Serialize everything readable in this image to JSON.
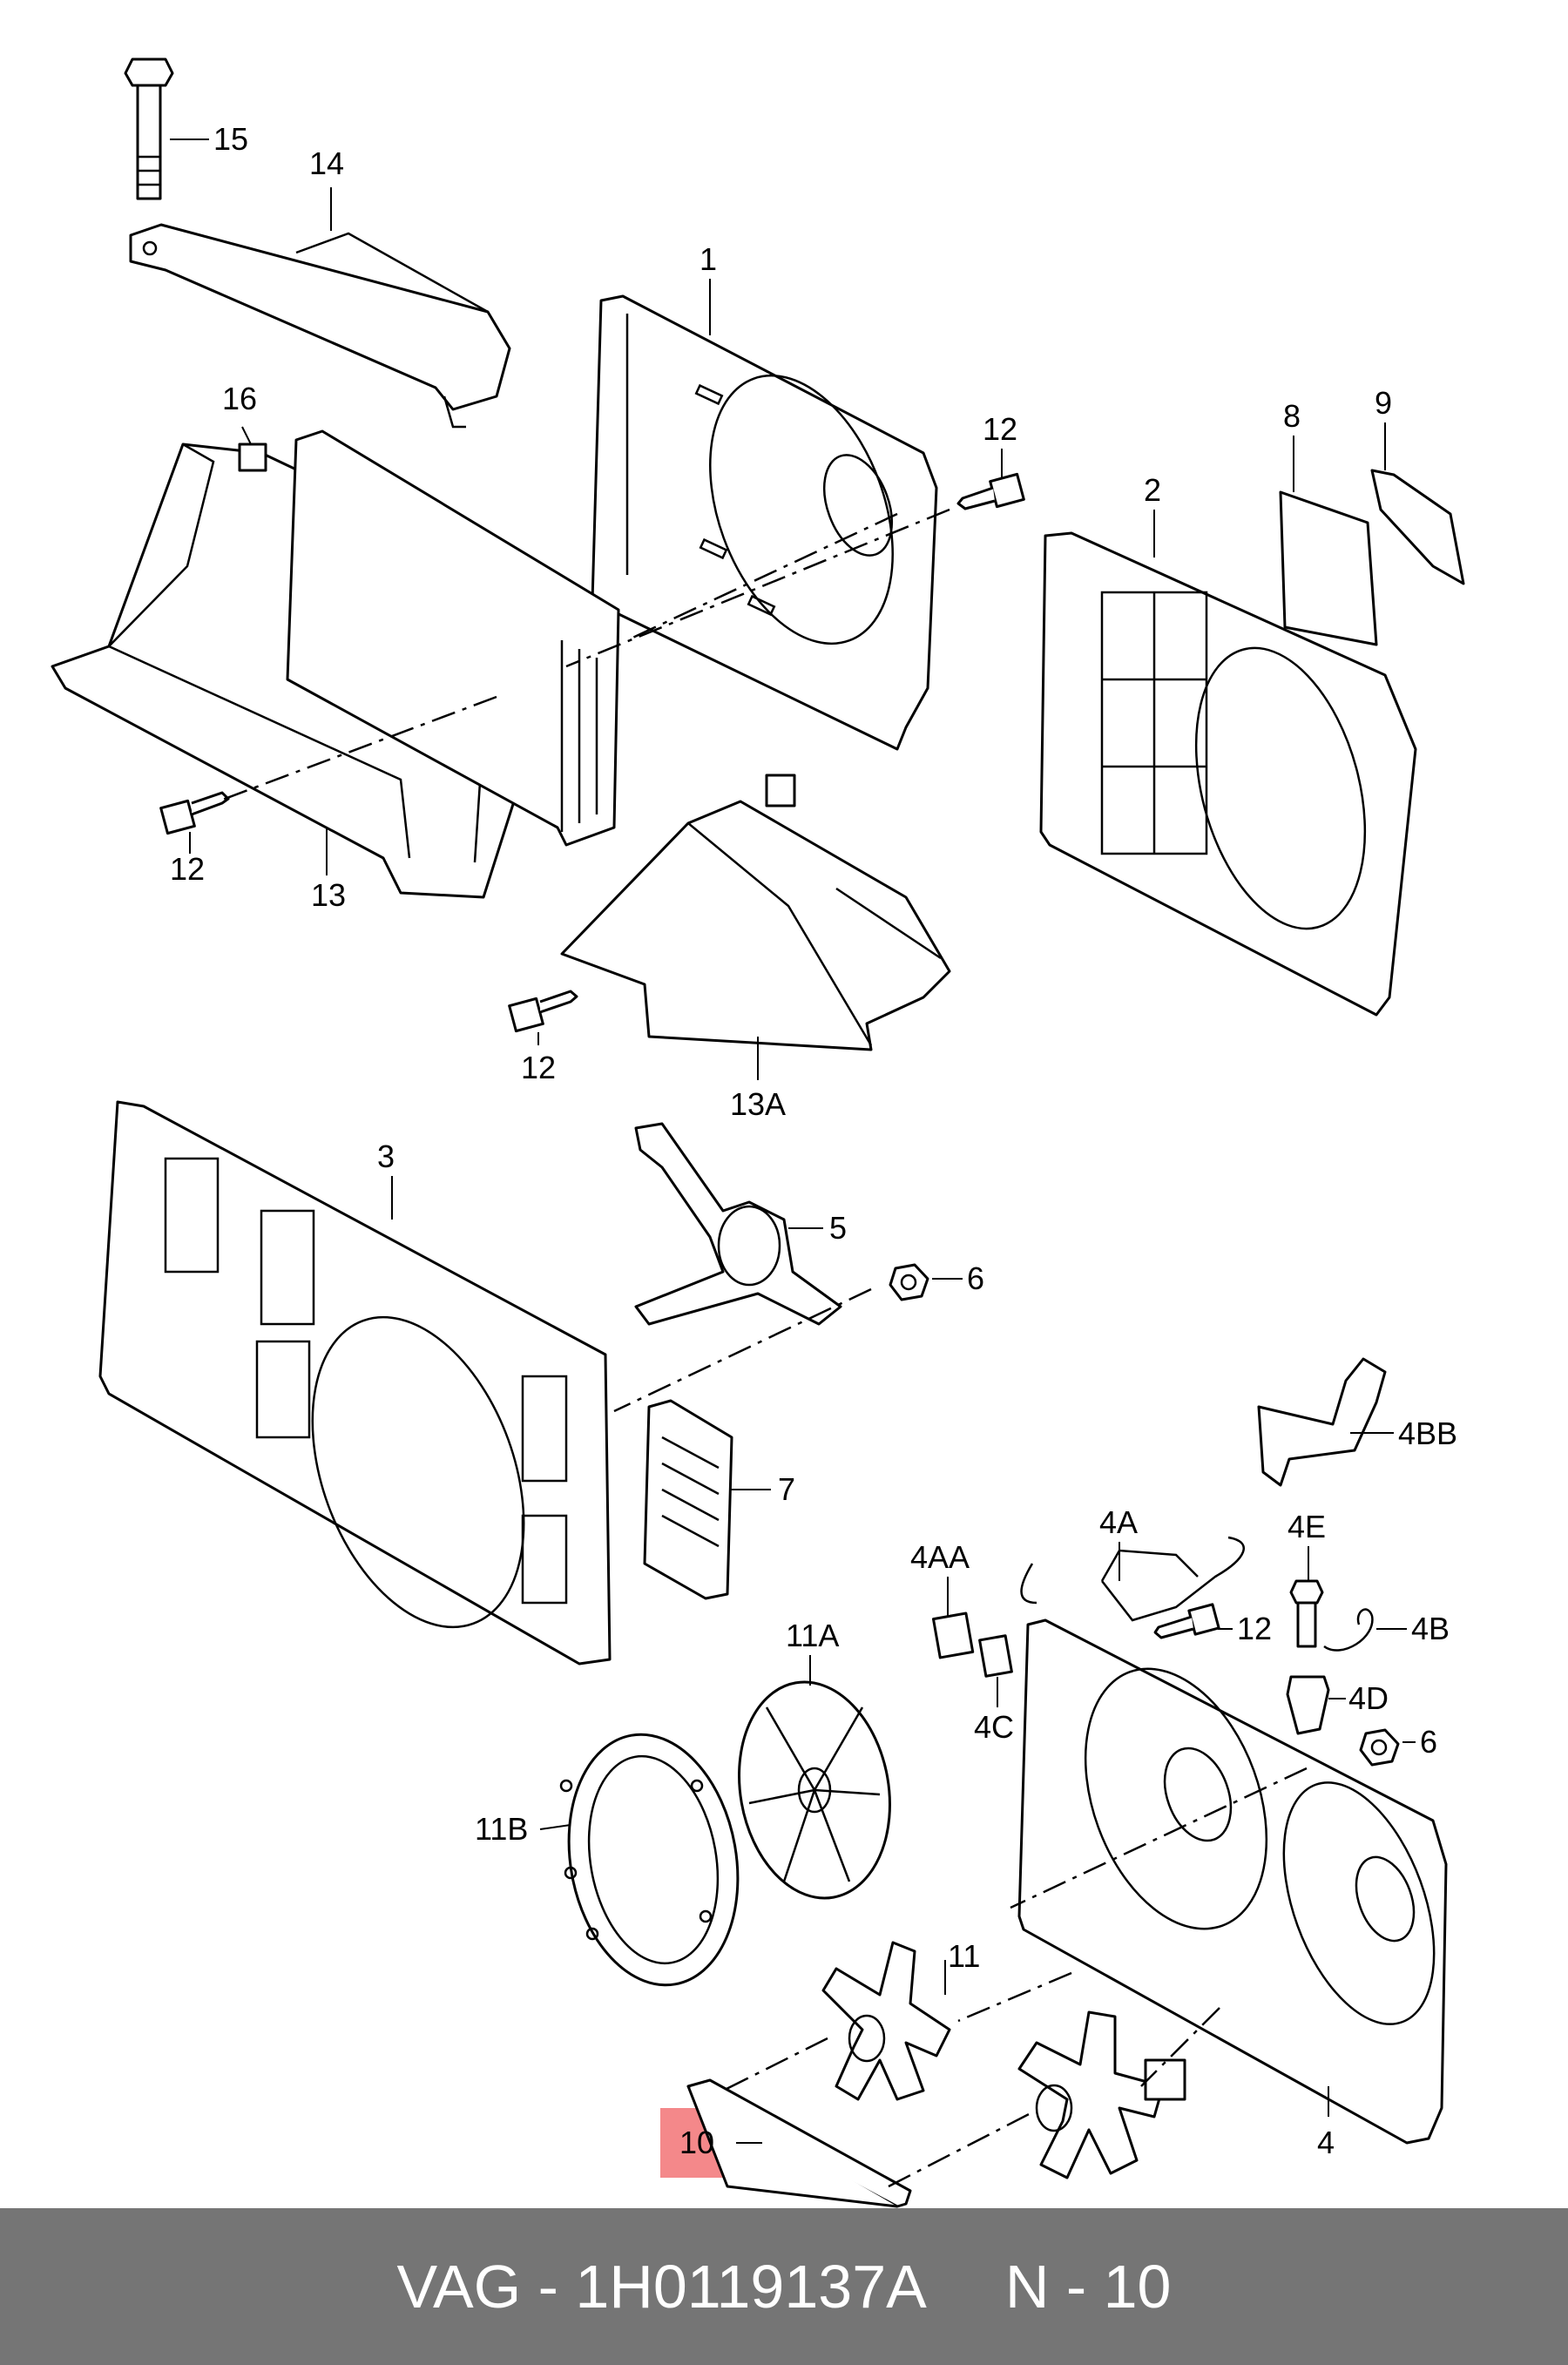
{
  "footer": {
    "part_number": "VAG - 1H0119137A",
    "position": "N - 10"
  },
  "highlight_color": "#f4888a",
  "callouts": [
    {
      "id": "15",
      "text": "15"
    },
    {
      "id": "14",
      "text": "14"
    },
    {
      "id": "1",
      "text": "1"
    },
    {
      "id": "16",
      "text": "16"
    },
    {
      "id": "12a",
      "text": "12"
    },
    {
      "id": "8",
      "text": "8"
    },
    {
      "id": "9",
      "text": "9"
    },
    {
      "id": "2",
      "text": "2"
    },
    {
      "id": "12b",
      "text": "12"
    },
    {
      "id": "13",
      "text": "13"
    },
    {
      "id": "12c",
      "text": "12"
    },
    {
      "id": "13A",
      "text": "13A"
    },
    {
      "id": "3",
      "text": "3"
    },
    {
      "id": "5",
      "text": "5"
    },
    {
      "id": "6a",
      "text": "6"
    },
    {
      "id": "4BB",
      "text": "4BB"
    },
    {
      "id": "7",
      "text": "7"
    },
    {
      "id": "4A",
      "text": "4A"
    },
    {
      "id": "4AA",
      "text": "4AA"
    },
    {
      "id": "4E",
      "text": "4E"
    },
    {
      "id": "12d",
      "text": "12"
    },
    {
      "id": "4B",
      "text": "4B"
    },
    {
      "id": "11A",
      "text": "11A"
    },
    {
      "id": "4D",
      "text": "4D"
    },
    {
      "id": "4C",
      "text": "4C"
    },
    {
      "id": "6b",
      "text": "6"
    },
    {
      "id": "11B",
      "text": "11B"
    },
    {
      "id": "11",
      "text": "11"
    },
    {
      "id": "10",
      "text": "10"
    },
    {
      "id": "4",
      "text": "4"
    }
  ]
}
